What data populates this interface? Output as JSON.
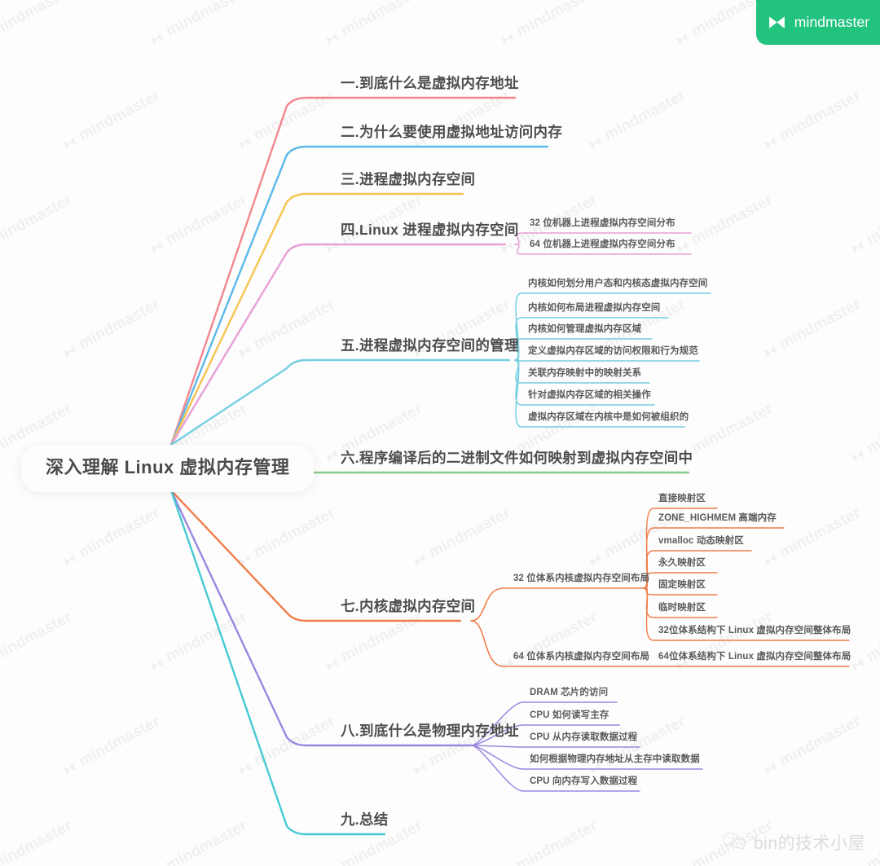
{
  "brand": {
    "name": "mindmaster",
    "badge_color": "#22c37f",
    "watermark_text": "mindmaster"
  },
  "author_watermark": {
    "text": "bin的技术小屋",
    "icon": "wechat-icon"
  },
  "root": {
    "label": "深入理解 Linux 虚拟内存管理"
  },
  "branches": [
    {
      "label": "一.到底什么是虚拟内存地址",
      "color": "#f4868f",
      "children": []
    },
    {
      "label": "二.为什么要使用虚拟地址访问内存",
      "color": "#5bb8e8",
      "children": []
    },
    {
      "label": "三.进程虚拟内存空间",
      "color": "#f5c451",
      "children": []
    },
    {
      "label": "四.Linux 进程虚拟内存空间",
      "color": "#e79fd6",
      "children": [
        {
          "label": "32 位机器上进程虚拟内存空间分布"
        },
        {
          "label": "64 位机器上进程虚拟内存空间分布"
        }
      ]
    },
    {
      "label": "五.进程虚拟内存空间的管理",
      "color": "#74cfe0",
      "children": [
        {
          "label": "内核如何划分用户态和内核态虚拟内存空间"
        },
        {
          "label": "内核如何布局进程虚拟内存空间"
        },
        {
          "label": "内核如何管理虚拟内存区域"
        },
        {
          "label": "定义虚拟内存区域的访问权限和行为规范"
        },
        {
          "label": "关联内存映射中的映射关系"
        },
        {
          "label": "针对虚拟内存区域的相关操作"
        },
        {
          "label": "虚拟内存区域在内核中是如何被组织的"
        }
      ]
    },
    {
      "label": "六.程序编译后的二进制文件如何映射到虚拟内存空间中",
      "color": "#8bc98b",
      "children": []
    },
    {
      "label": "七.内核虚拟内存空间",
      "color": "#f07e4a",
      "children": [
        {
          "label": "32 位体系内核虚拟内存空间布局",
          "grandchildren": [
            {
              "label": "直接映射区"
            },
            {
              "label": "ZONE_HIGHMEM 高端内存"
            },
            {
              "label": "vmalloc 动态映射区"
            },
            {
              "label": "永久映射区"
            },
            {
              "label": "固定映射区"
            },
            {
              "label": "临时映射区"
            },
            {
              "label": "32位体系结构下 Linux 虚拟内存空间整体布局"
            }
          ]
        },
        {
          "label": "64 位体系内核虚拟内存空间布局",
          "grandchildren": [
            {
              "label": "64位体系结构下 Linux 虚拟内存空间整体布局"
            }
          ]
        }
      ]
    },
    {
      "label": "八.到底什么是物理内存地址",
      "color": "#9b87e0",
      "children": [
        {
          "label": "DRAM 芯片的访问"
        },
        {
          "label": "CPU 如何读写主存"
        },
        {
          "label": "CPU 从内存读取数据过程"
        },
        {
          "label": "如何根据物理内存地址从主存中读取数据"
        },
        {
          "label": "CPU 向内存写入数据过程"
        }
      ]
    },
    {
      "label": "九.总结",
      "color": "#45c9d3",
      "children": []
    }
  ]
}
